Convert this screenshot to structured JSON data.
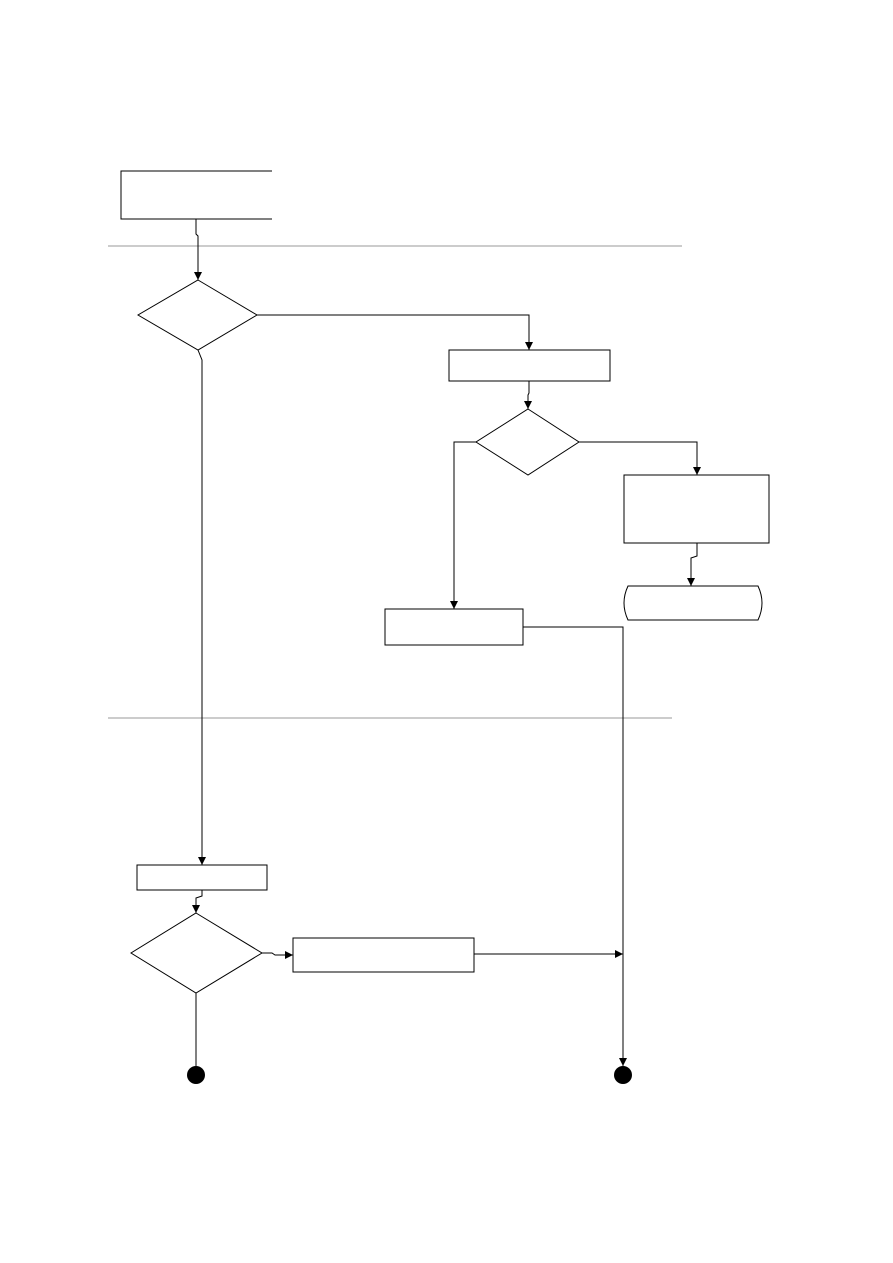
{
  "diagram": {
    "type": "flowchart",
    "colors": {
      "stroke": "#000000",
      "fill": "#ffffff",
      "separator": "#9a9a9a",
      "terminal": "#000000"
    },
    "nodes": [
      {
        "id": "start-box",
        "kind": "process",
        "label": ""
      },
      {
        "id": "decision-1",
        "kind": "decision",
        "label": ""
      },
      {
        "id": "process-2",
        "kind": "process",
        "label": ""
      },
      {
        "id": "decision-2",
        "kind": "decision",
        "label": ""
      },
      {
        "id": "process-3",
        "kind": "process",
        "label": ""
      },
      {
        "id": "rounded-terminal",
        "kind": "terminator",
        "label": ""
      },
      {
        "id": "process-4",
        "kind": "process",
        "label": ""
      },
      {
        "id": "process-5",
        "kind": "process",
        "label": ""
      },
      {
        "id": "decision-3",
        "kind": "decision",
        "label": ""
      },
      {
        "id": "process-6",
        "kind": "process",
        "label": ""
      },
      {
        "id": "end-dot-left",
        "kind": "end"
      },
      {
        "id": "end-dot-right",
        "kind": "end"
      }
    ],
    "edges": [
      {
        "from": "start-box",
        "to": "decision-1"
      },
      {
        "from": "decision-1",
        "to": "process-2"
      },
      {
        "from": "decision-1",
        "to": "process-5"
      },
      {
        "from": "process-2",
        "to": "decision-2"
      },
      {
        "from": "decision-2",
        "to": "process-3"
      },
      {
        "from": "decision-2",
        "to": "process-4"
      },
      {
        "from": "process-3",
        "to": "rounded-terminal"
      },
      {
        "from": "process-4",
        "to": "end-dot-right"
      },
      {
        "from": "process-5",
        "to": "decision-3"
      },
      {
        "from": "decision-3",
        "to": "process-6"
      },
      {
        "from": "decision-3",
        "to": "end-dot-left"
      },
      {
        "from": "process-6",
        "to": "end-dot-right"
      }
    ]
  }
}
